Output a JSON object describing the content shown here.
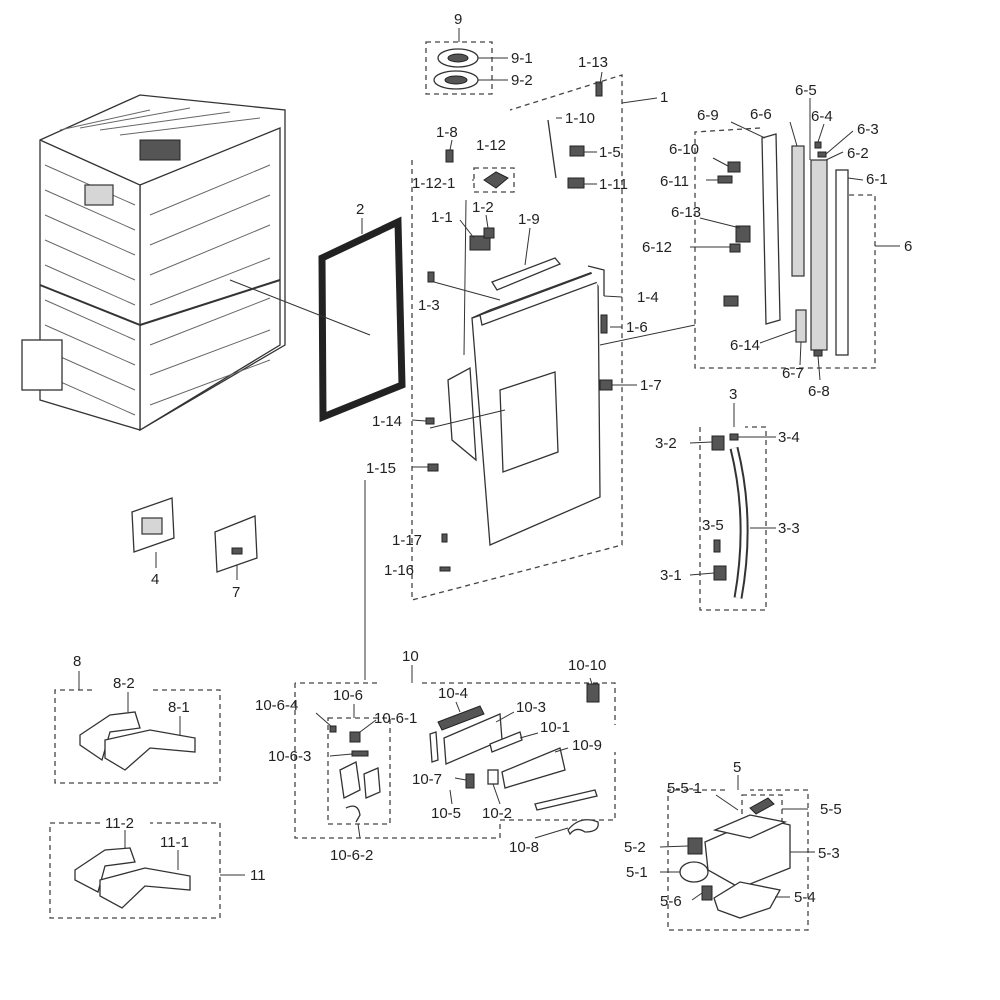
{
  "labels": {
    "l9": "9",
    "l9_1": "9-1",
    "l9_2": "9-2",
    "l1_13": "1-13",
    "l1": "1",
    "l1_10": "1-10",
    "l1_8": "1-8",
    "l1_12": "1-12",
    "l1_5": "1-5",
    "l1_12_1": "1-12-1",
    "l1_11": "1-11",
    "l1_1": "1-1",
    "l1_2": "1-2",
    "l1_9": "1-9",
    "l1_3": "1-3",
    "l1_4": "1-4",
    "l1_6": "1-6",
    "l1_7": "1-7",
    "l1_14": "1-14",
    "l1_15": "1-15",
    "l1_17": "1-17",
    "l1_16": "1-16",
    "l2": "2",
    "l4": "4",
    "l7": "7",
    "l6_9": "6-9",
    "l6_6": "6-6",
    "l6_5": "6-5",
    "l6_4": "6-4",
    "l6_3": "6-3",
    "l6_10": "6-10",
    "l6_2": "6-2",
    "l6_11": "6-11",
    "l6_1": "6-1",
    "l6_13": "6-13",
    "l6_12": "6-12",
    "l6": "6",
    "l6_14": "6-14",
    "l6_7": "6-7",
    "l6_8": "6-8",
    "l3": "3",
    "l3_2": "3-2",
    "l3_4": "3-4",
    "l3_5": "3-5",
    "l3_3": "3-3",
    "l3_1": "3-1",
    "l8": "8",
    "l8_2": "8-2",
    "l8_1": "8-1",
    "l10": "10",
    "l10_10": "10-10",
    "l10_6_4": "10-6-4",
    "l10_6": "10-6",
    "l10_6_1": "10-6-1",
    "l10_4": "10-4",
    "l10_3": "10-3",
    "l10_1": "10-1",
    "l10_6_3": "10-6-3",
    "l10_9": "10-9",
    "l10_7": "10-7",
    "l10_5": "10-5",
    "l10_2": "10-2",
    "l10_8": "10-8",
    "l10_6_2": "10-6-2",
    "l5": "5",
    "l5_5_1": "5-5-1",
    "l5_5": "5-5",
    "l5_2": "5-2",
    "l5_3": "5-3",
    "l5_1": "5-1",
    "l5_6": "5-6",
    "l5_4": "5-4",
    "l11": "11",
    "l11_2": "11-2",
    "l11_1": "11-1"
  },
  "colors": {
    "line": "#333333",
    "fill_gray": "#d6d6d6",
    "background": "#ffffff"
  }
}
